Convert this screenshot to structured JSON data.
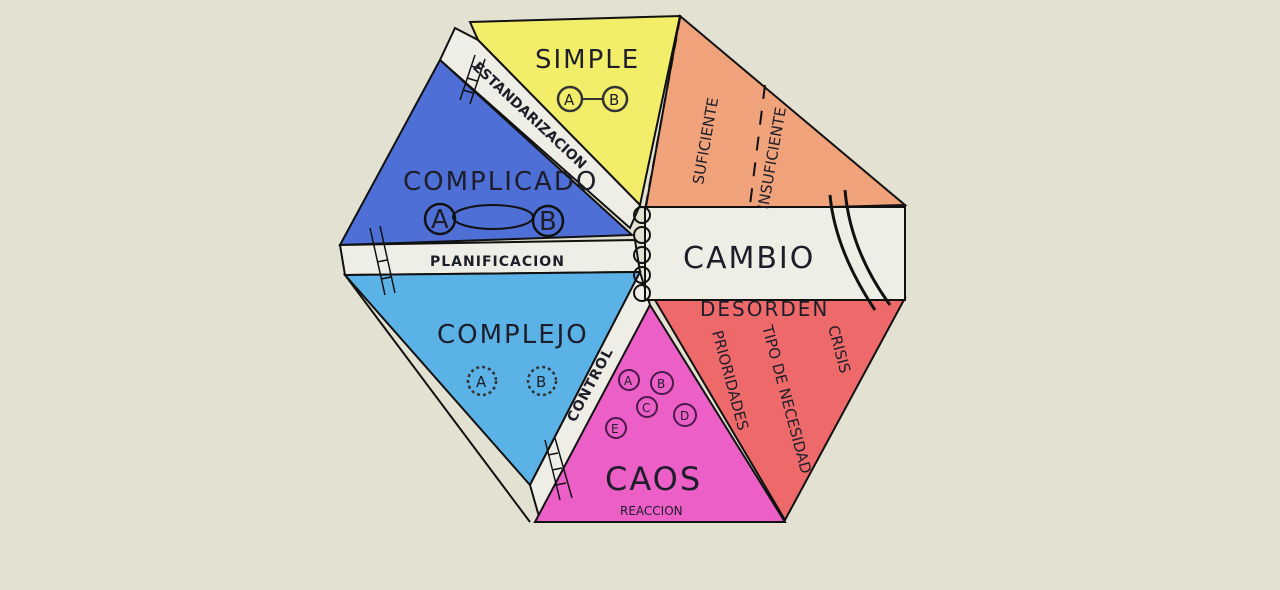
{
  "diagram": {
    "hub_label": "CAMBIO",
    "domains": {
      "simple": {
        "title": "SIMPLE",
        "nodes": [
          "A",
          "B"
        ],
        "color": "#f2ee6a"
      },
      "complicado": {
        "title": "COMPLICADO",
        "nodes": [
          "A",
          "B"
        ],
        "color": "#4d6fd6"
      },
      "complejo": {
        "title": "COMPLEJO",
        "nodes": [
          "A",
          "B"
        ],
        "color": "#5ab2e6"
      },
      "caos": {
        "title": "CAOS",
        "subtitle": "REACCION",
        "nodes": [
          "A",
          "B",
          "C",
          "D",
          "E"
        ],
        "color": "#ec5fc7"
      },
      "desorden": {
        "title": "DESORDEN",
        "items": [
          "PRIORIDADES",
          "TIPO DE NECESIDAD",
          "CRISIS"
        ],
        "color": "#ee6a6a"
      },
      "cambio_top": {
        "items": [
          "SUFICIENTE",
          "INSUFICIENTE"
        ],
        "color": "#f0a27a"
      }
    },
    "bands": {
      "estandarizacion": "ESTANDARIZACION",
      "planificacion": "PLANIFICACION",
      "control": "CONTROL"
    }
  }
}
